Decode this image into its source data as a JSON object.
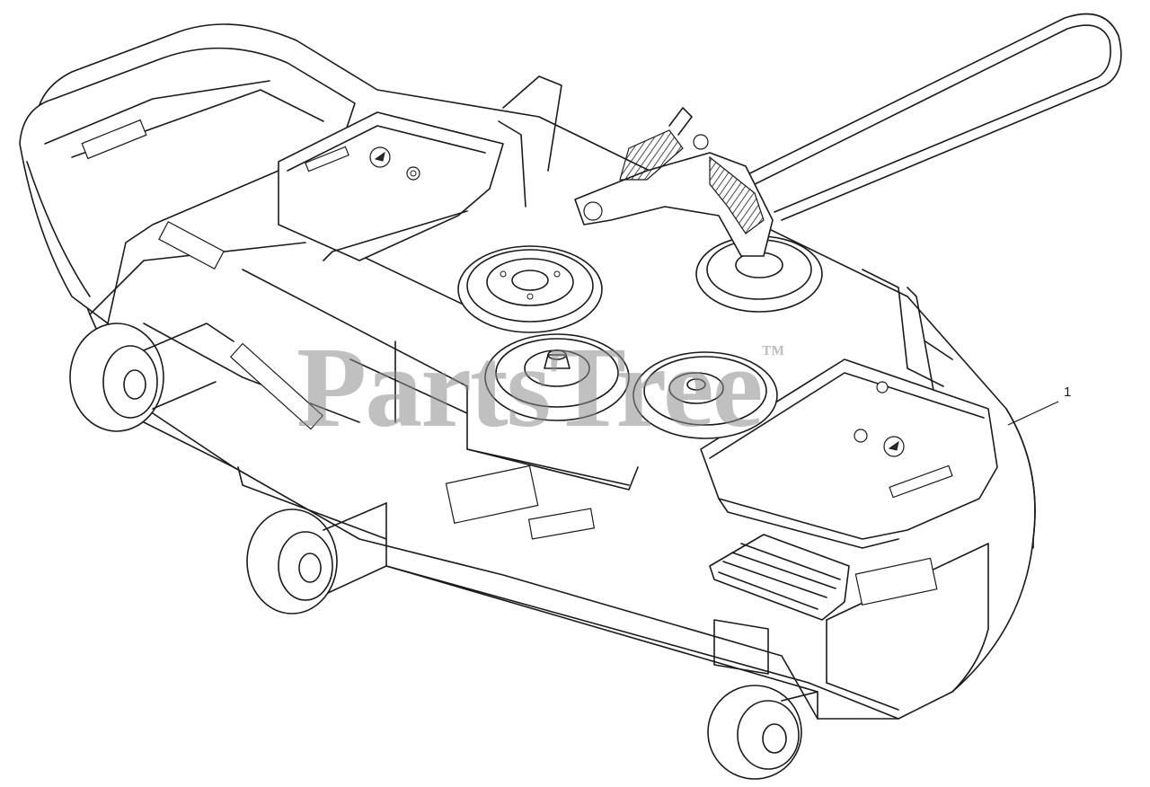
{
  "callouts": [
    {
      "label": "1"
    }
  ],
  "watermark": {
    "text": "PartsTree",
    "mark": "™"
  },
  "components": [
    "deck-shell",
    "belt",
    "spindle-pulleys",
    "idler-pulleys",
    "tensioner-arm",
    "gauge-wheels",
    "belt-covers",
    "warning-decals",
    "step-plate"
  ],
  "colors": {
    "line": "#1a1a1a",
    "background": "#ffffff",
    "watermark": "#8c8c8c"
  }
}
